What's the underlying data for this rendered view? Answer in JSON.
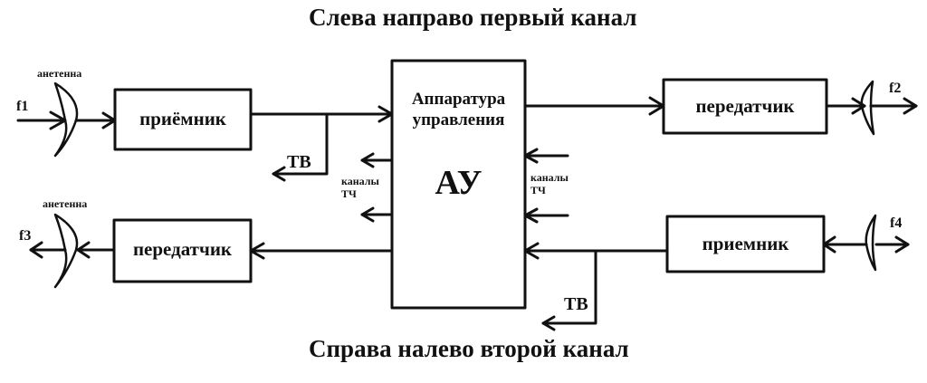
{
  "titles": {
    "top": "Слева направо первый канал",
    "bottom": "Справа налево второй канал"
  },
  "control_unit": {
    "name_line1": "Аппаратура",
    "name_line2": "управления",
    "abbr": "АУ"
  },
  "channel1": {
    "input_freq": "f1",
    "antenna_label": "анетенна",
    "receiver_label": "приёмник",
    "tv_label": "ТВ",
    "transmitter_label": "передатчик",
    "output_freq": "f2"
  },
  "channel2": {
    "input_freq": "f4",
    "receiver_label": "приемник",
    "tv_label": "ТВ",
    "transmitter_label": "передатчик",
    "antenna_label": "анетенна",
    "output_freq": "f3"
  },
  "tch_channels": {
    "left_line1": "каналы",
    "left_line2": "ТЧ",
    "right_line1": "каналы",
    "right_line2": "ТЧ"
  },
  "colors": {
    "stroke": "#111111",
    "background": "#ffffff"
  }
}
